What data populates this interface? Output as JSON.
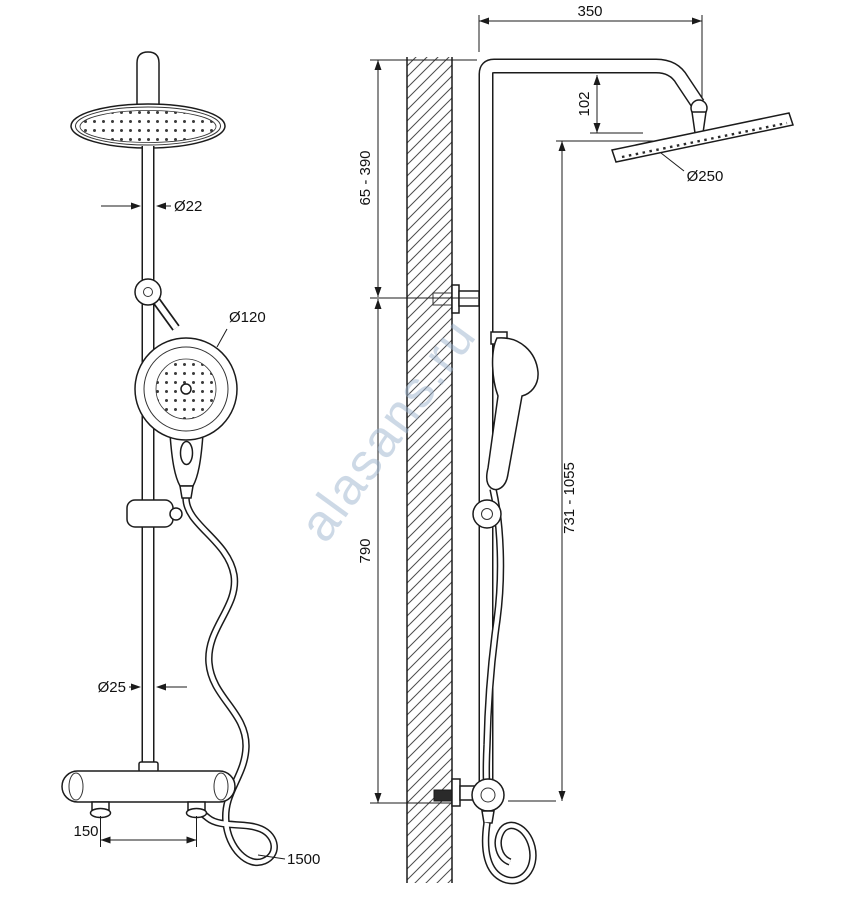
{
  "watermark": {
    "text": "alasans.ru",
    "color": "#9db4cf"
  },
  "front_view": {
    "dim_riser_diameter": "Ø22",
    "dim_handshower_diameter": "Ø120",
    "dim_lower_pipe_diameter": "Ø25",
    "dim_inlet_spacing": "150",
    "dim_hose_length": "1500"
  },
  "side_view": {
    "dim_arm_length": "350",
    "dim_head_drop": "102",
    "dim_head_diameter": "Ø250",
    "dim_upper_range": "65 - 390",
    "dim_wall_height": "790",
    "dim_column_range": "731 - 1055"
  }
}
